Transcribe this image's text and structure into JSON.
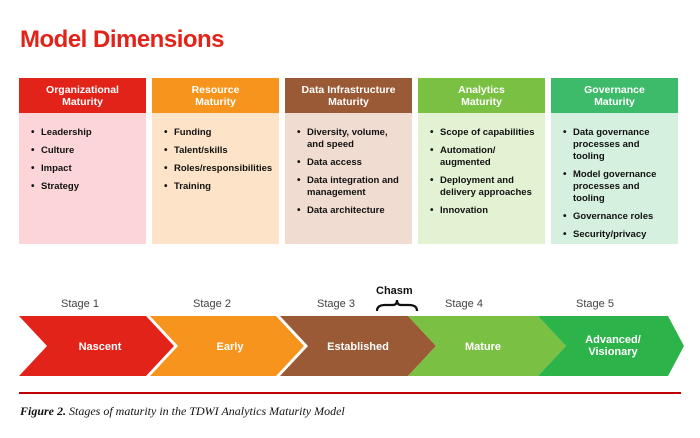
{
  "title": "Model Dimensions",
  "dimensions": [
    {
      "line1": "Organizational",
      "line2": "Maturity",
      "head_color": "#e2231a",
      "body_color": "#fcd5d9",
      "items": [
        "Leadership",
        "Culture",
        "Impact",
        "Strategy"
      ]
    },
    {
      "line1": "Resource",
      "line2": "Maturity",
      "head_color": "#f7941d",
      "body_color": "#fde4c8",
      "items": [
        "Funding",
        "Talent/skills",
        "Roles/responsibilities",
        "Training"
      ]
    },
    {
      "line1": "Data Infrastructure",
      "line2": "Maturity",
      "head_color": "#9b5a36",
      "body_color": "#f0dcd1",
      "items": [
        "Diversity, volume, and speed",
        "Data access",
        "Data integration and management",
        "Data architecture"
      ]
    },
    {
      "line1": "Analytics",
      "line2": "Maturity",
      "head_color": "#7ac143",
      "body_color": "#e4f2d4",
      "items": [
        "Scope of capabilities",
        "Automation/ augmented",
        "Deployment and delivery approaches",
        "Innovation"
      ]
    },
    {
      "line1": "Governance",
      "line2": "Maturity",
      "head_color": "#3dbb6b",
      "body_color": "#d6f0df",
      "items": [
        "Data governance processes and tooling",
        "Model governance processes and tooling",
        "Governance roles",
        "Security/privacy"
      ]
    }
  ],
  "stages": [
    {
      "label": "Stage 1",
      "name": "Nascent",
      "color": "#e2231a"
    },
    {
      "label": "Stage 2",
      "name": "Early",
      "color": "#f7941d"
    },
    {
      "label": "Stage 3",
      "name": "Established",
      "color": "#9b5a36"
    },
    {
      "label": "Stage 4",
      "name": "Mature",
      "color": "#7ac143"
    },
    {
      "label": "Stage 5",
      "name_line1": "Advanced/",
      "name_line2": "Visionary",
      "color": "#2cb34a"
    }
  ],
  "chasm": "Chasm",
  "caption": {
    "prefix": "Figure 2.",
    "text": " Stages of maturity in the TDWI Analytics Maturity Model"
  }
}
